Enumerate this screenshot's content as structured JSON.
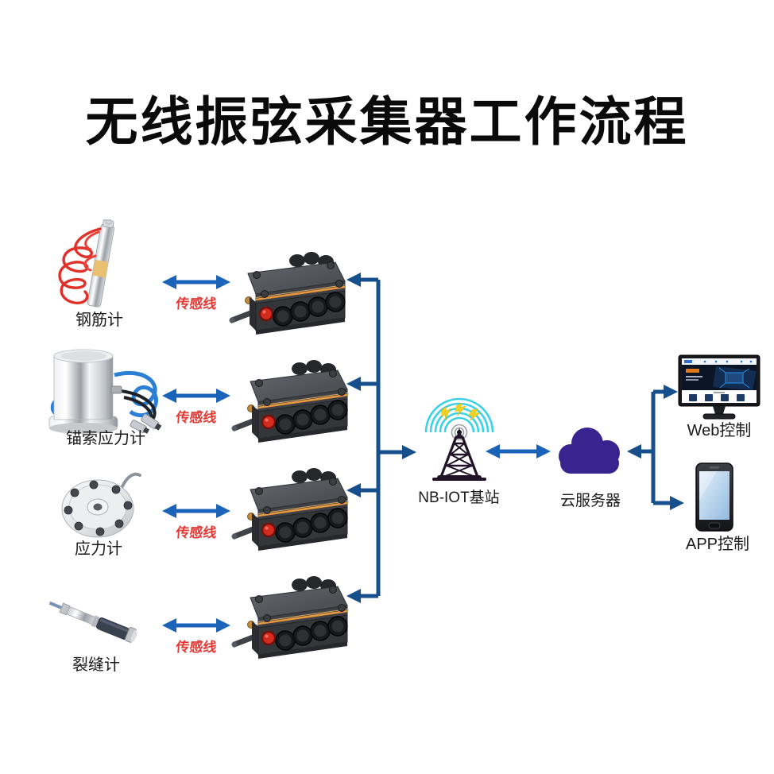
{
  "title": {
    "text": "无线振弦采集器工作流程"
  },
  "colors": {
    "bg": "#ffffff",
    "text": "#1a1a1a",
    "arrow": "#1b63b8",
    "line": "#174e8c",
    "red-label": "#e23a34",
    "signal": "#3cd2e6",
    "bolt": "#f2d321",
    "tower": "#221428",
    "cloud": "#38248f"
  },
  "sensors": [
    {
      "name": "钢筋计",
      "connection_label": "传感线"
    },
    {
      "name": "锚索应力计",
      "connection_label": "传感线"
    },
    {
      "name": "应力计",
      "connection_label": "传感线"
    },
    {
      "name": "裂缝计",
      "connection_label": "传感线"
    }
  ],
  "network": {
    "tower_label": "NB-IOT基站",
    "cloud_label": "云服务器"
  },
  "endpoints": {
    "web_label": "Web控制",
    "app_label": "APP控制"
  }
}
